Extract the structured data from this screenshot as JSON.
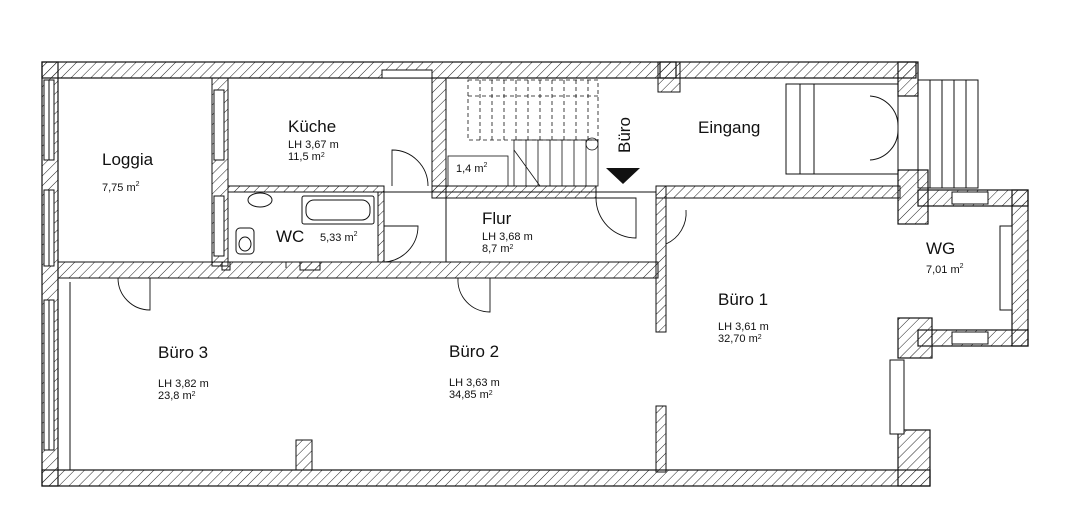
{
  "rooms": {
    "loggia": {
      "name": "Loggia",
      "area": "7,75 m",
      "area_sup": "2"
    },
    "kueche": {
      "name": "Küche",
      "height": "LH 3,67 m",
      "area": "11,5 m",
      "area_sup": "2"
    },
    "wc": {
      "name": "WC",
      "area": "5,33 m",
      "area_sup": "2"
    },
    "abstell": {
      "area": "1,4 m",
      "area_sup": "2"
    },
    "buero_small": {
      "name": "Büro"
    },
    "eingang": {
      "name": "Eingang"
    },
    "flur": {
      "name": "Flur",
      "height": "LH 3,68 m",
      "area": "8,7 m",
      "area_sup": "2"
    },
    "wg": {
      "name": "WG",
      "area": "7,01 m",
      "area_sup": "2"
    },
    "buero1": {
      "name": "Büro 1",
      "height": "LH 3,61 m",
      "area": "32,70 m",
      "area_sup": "2"
    },
    "buero2": {
      "name": "Büro 2",
      "height": "LH 3,63 m",
      "area": "34,85 m",
      "area_sup": "2"
    },
    "buero3": {
      "name": "Büro 3",
      "height": "LH 3,82 m",
      "area": "23,8 m",
      "area_sup": "2"
    }
  }
}
